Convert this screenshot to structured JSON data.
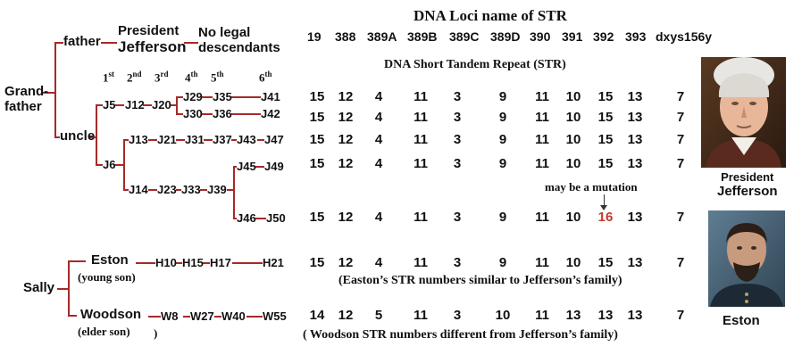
{
  "title": "DNA Loci name of STR",
  "subtitle": "DNA Short Tandem Repeat (STR)",
  "loci": [
    "19",
    "388",
    "389A",
    "389B",
    "389C",
    "389D",
    "390",
    "391",
    "392",
    "393",
    "dxys156y"
  ],
  "generation_labels": [
    {
      "n": "1",
      "sup": "st"
    },
    {
      "n": "2",
      "sup": "nd"
    },
    {
      "n": "3",
      "sup": "rd"
    },
    {
      "n": "4",
      "sup": "th"
    },
    {
      "n": "5",
      "sup": "th"
    },
    {
      "n": "6",
      "sup": "th"
    }
  ],
  "tree": {
    "grandfather_line1": "Grand-",
    "grandfather_line2": "father",
    "father": "father",
    "president_line1": "President",
    "president_line2": "Jefferson",
    "no_legal_line1": "No legal",
    "no_legal_line2": "descendants",
    "uncle": "uncle",
    "J5": "J5",
    "J12": "J12",
    "J20": "J20",
    "J29": "J29",
    "J35": "J35",
    "J41": "J41",
    "J30": "J30",
    "J36": "J36",
    "J42": "J42",
    "J6": "J6",
    "J13": "J13",
    "J21": "J21",
    "J31": "J31",
    "J37": "J37",
    "J43": "J43",
    "J47": "J47",
    "J14": "J14",
    "J23": "J23",
    "J33": "J33",
    "J39": "J39",
    "J45": "J45",
    "J49": "J49",
    "J46": "J46",
    "J50": "J50",
    "sally": "Sally",
    "eston": "Eston",
    "eston_note": "(young son)",
    "H10": "H10",
    "H15": "H15",
    "H17": "H17",
    "H21": "H21",
    "woodson": "Woodson",
    "woodson_note": "(elder son)",
    "W8": "W8",
    "W27": "W27",
    "W40": "W40",
    "W55": "W55"
  },
  "rows": [
    {
      "id": "J41",
      "values": [
        "15",
        "12",
        "4",
        "11",
        "3",
        "9",
        "11",
        "10",
        "15",
        "13",
        "7"
      ]
    },
    {
      "id": "J42",
      "values": [
        "15",
        "12",
        "4",
        "11",
        "3",
        "9",
        "11",
        "10",
        "15",
        "13",
        "7"
      ]
    },
    {
      "id": "J47",
      "values": [
        "15",
        "12",
        "4",
        "11",
        "3",
        "9",
        "11",
        "10",
        "15",
        "13",
        "7"
      ]
    },
    {
      "id": "J49",
      "values": [
        "15",
        "12",
        "4",
        "11",
        "3",
        "9",
        "11",
        "10",
        "15",
        "13",
        "7"
      ]
    },
    {
      "id": "J50",
      "values": [
        "15",
        "12",
        "4",
        "11",
        "3",
        "9",
        "11",
        "10",
        "16",
        "13",
        "7"
      ]
    },
    {
      "id": "H21",
      "values": [
        "15",
        "12",
        "4",
        "11",
        "3",
        "9",
        "11",
        "10",
        "15",
        "13",
        "7"
      ]
    },
    {
      "id": "W55",
      "values": [
        "14",
        "12",
        "5",
        "11",
        "3",
        "10",
        "11",
        "13",
        "13",
        "13",
        "7"
      ]
    }
  ],
  "mutation_note": "may be a mutation",
  "eston_compare": "(Easton’s STR numbers similar to Jefferson’s family)",
  "woodson_compare": "( Woodson STR numbers different from Jefferson’s family)",
  "caption_jefferson_line1": "President",
  "caption_jefferson_line2": "Jefferson",
  "caption_eston": "Eston",
  "colors": {
    "line": "#a52a2a",
    "mutation": "#c0392b"
  }
}
